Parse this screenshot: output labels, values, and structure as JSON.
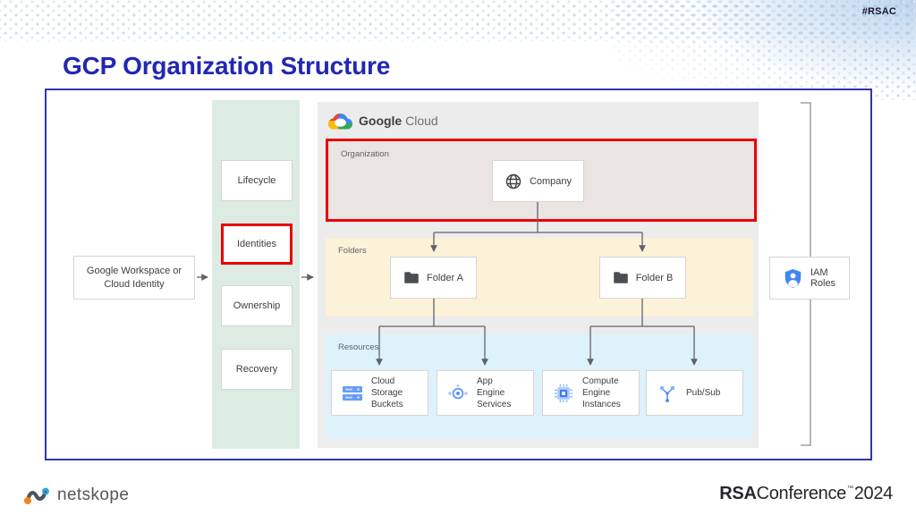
{
  "page": {
    "hashtag": "#RSAC",
    "title": "GCP Organization Structure"
  },
  "flow": {
    "source": {
      "label": "Google Workspace or\nCloud Identity"
    },
    "pillars": [
      {
        "label": "Lifecycle",
        "highlighted": false
      },
      {
        "label": "Identities",
        "highlighted": true
      },
      {
        "label": "Ownership",
        "highlighted": false
      },
      {
        "label": "Recovery",
        "highlighted": false
      }
    ]
  },
  "gcp": {
    "logo": {
      "brand": "Google",
      "product": "Cloud"
    },
    "organization": {
      "label": "Organization",
      "node": {
        "label": "Company",
        "icon": "globe-icon"
      }
    },
    "folders": {
      "label": "Folders",
      "nodes": [
        {
          "label": "Folder A",
          "icon": "folder-icon"
        },
        {
          "label": "Folder B",
          "icon": "folder-icon"
        }
      ]
    },
    "resources": {
      "label": "Resources",
      "nodes": [
        {
          "label": "Cloud\nStorage\nBuckets",
          "icon": "cloud-storage-icon"
        },
        {
          "label": "App\nEngine\nServices",
          "icon": "app-engine-icon"
        },
        {
          "label": "Compute\nEngine\nInstances",
          "icon": "compute-engine-icon"
        },
        {
          "label": "Pub/Sub",
          "icon": "pubsub-icon"
        }
      ]
    }
  },
  "iam": {
    "label": "IAM\nRoles",
    "icon": "shield-icon"
  },
  "footer": {
    "brand": "netskope",
    "conference": {
      "bold": "RSA",
      "regular": "Conference",
      "tm": "™",
      "year": "2024"
    }
  },
  "colors": {
    "title_blue": "#2127b4",
    "container_border_blue": "#2d35ad",
    "highlight_red": "#e80202",
    "green_column_bg": "#ddece3",
    "panel_bg": "#ececec",
    "organization_bg": "#eae4e3",
    "folders_bg": "#fcf2d8",
    "resources_bg": "#def2fc",
    "google_blue": "#4285f4",
    "google_light_blue": "#8ab4f8",
    "netskope_orange": "#f5821f",
    "netskope_teal": "#29a5dd",
    "connector_gray": "#5f6368"
  }
}
